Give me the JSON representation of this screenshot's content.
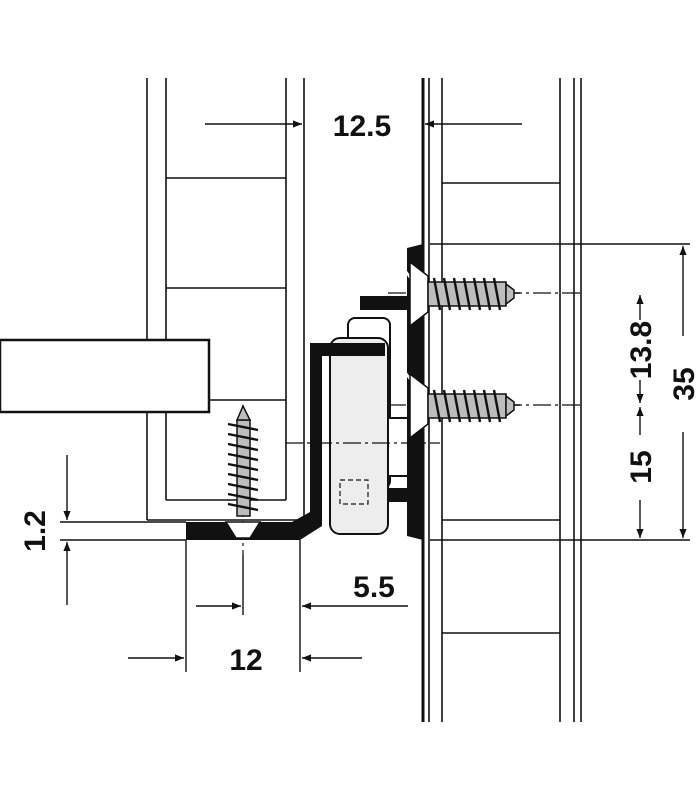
{
  "diagram": {
    "dimensions": {
      "gap_top": "12.5",
      "screw_spacing": "13.8",
      "total_height": "35",
      "lower_offset": "15",
      "bottom_gap": "1.2",
      "base_offset": "5.5",
      "base_width": "12"
    },
    "colors": {
      "line": "#111111",
      "background": "#ffffff",
      "screw_fill": "#bdbdbd",
      "roller_fill": "#ededed"
    }
  }
}
